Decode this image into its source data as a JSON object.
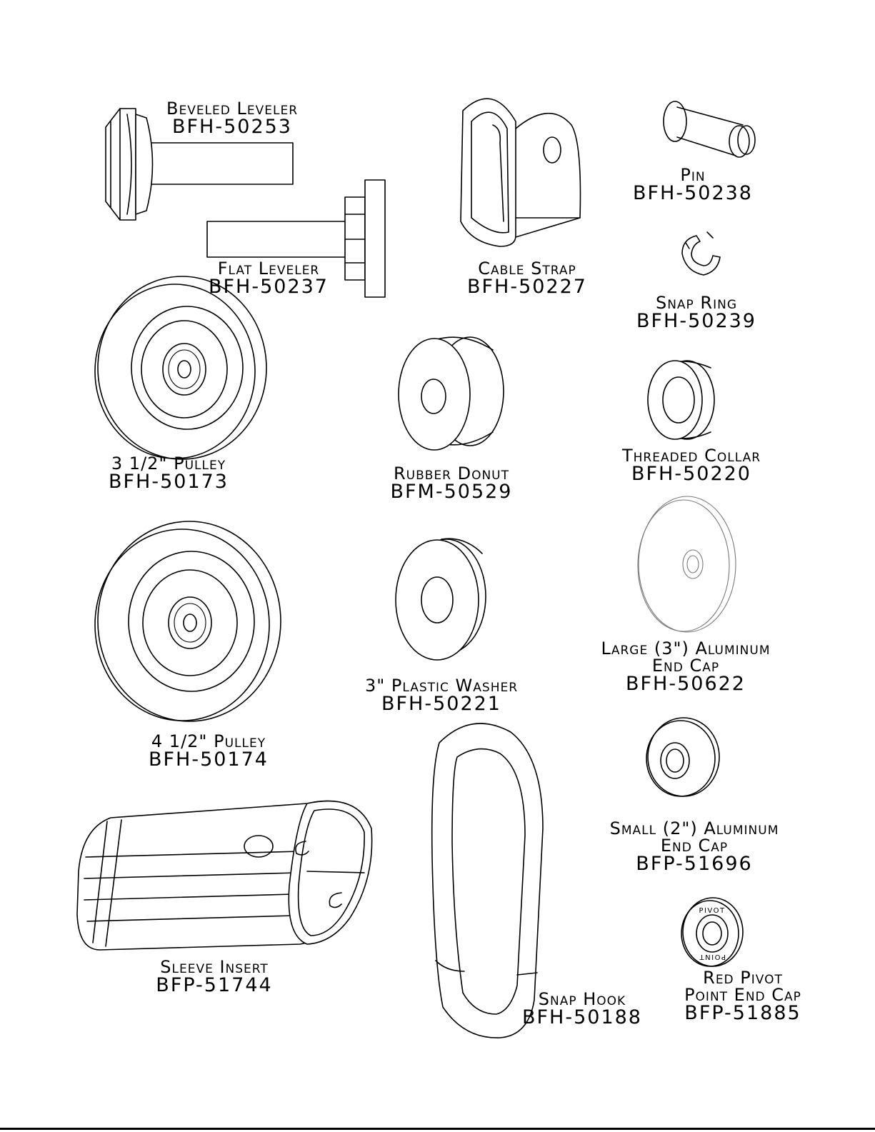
{
  "parts": [
    {
      "id": "beveled-leveler",
      "name": "Beveled Leveler",
      "part_no": "BFH-50253",
      "icon": "beveled-leveler-drawing"
    },
    {
      "id": "flat-leveler",
      "name": "Flat Leveler",
      "part_no": "BFH-50237",
      "icon": "flat-leveler-drawing"
    },
    {
      "id": "cable-strap",
      "name": "Cable Strap",
      "part_no": "BFH-50227",
      "icon": "cable-strap-drawing"
    },
    {
      "id": "pin",
      "name": "Pin",
      "part_no": "BFH-50238",
      "icon": "pin-drawing"
    },
    {
      "id": "snap-ring",
      "name": "Snap Ring",
      "part_no": "BFH-50239",
      "icon": "snap-ring-drawing"
    },
    {
      "id": "pulley-3-5",
      "name": "3 1/2\" Pulley",
      "part_no": "BFH-50173",
      "icon": "pulley-drawing"
    },
    {
      "id": "rubber-donut",
      "name": "Rubber Donut",
      "part_no": "BFM-50529",
      "icon": "rubber-donut-drawing"
    },
    {
      "id": "threaded-collar",
      "name": "Threaded Collar",
      "part_no": "BFH-50220",
      "icon": "threaded-collar-drawing"
    },
    {
      "id": "pulley-4-5",
      "name": "4 1/2\" Pulley",
      "part_no": "BFH-50174",
      "icon": "pulley-drawing"
    },
    {
      "id": "plastic-washer",
      "name": "3\" Plastic Washer",
      "part_no": "BFH-50221",
      "icon": "washer-drawing"
    },
    {
      "id": "large-end-cap",
      "name": "Large (3\") Aluminum",
      "name2": "End Cap",
      "part_no": "BFH-50622",
      "icon": "end-cap-drawing"
    },
    {
      "id": "small-end-cap",
      "name": "Small (2\") Aluminum",
      "name2": "End Cap",
      "part_no": "BFP-51696",
      "icon": "end-cap-drawing"
    },
    {
      "id": "sleeve-insert",
      "name": "Sleeve Insert",
      "part_no": "BFP-51744",
      "icon": "sleeve-insert-drawing"
    },
    {
      "id": "snap-hook",
      "name": "Snap Hook",
      "part_no": "BFH-50188",
      "icon": "snap-hook-drawing"
    },
    {
      "id": "red-pivot",
      "name": "Red Pivot",
      "name2": "Point End Cap",
      "part_no": "BFP-51885",
      "icon": "pivot-cap-drawing"
    }
  ],
  "pivot_cap_text": {
    "top": "PIVOT",
    "bottom": "POINT"
  }
}
